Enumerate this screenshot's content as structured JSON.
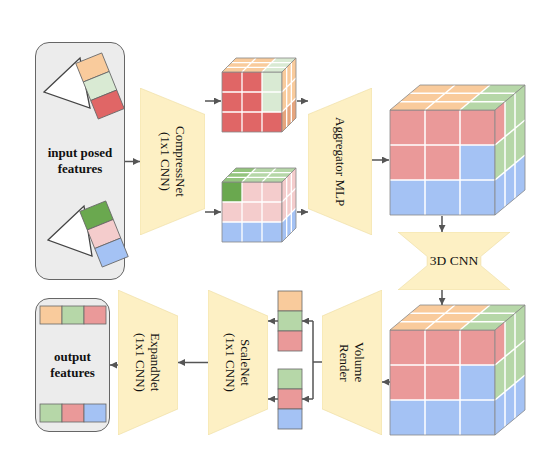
{
  "diagram": {
    "nodes": [
      {
        "text": [
          "input posed features"
        ]
      },
      {
        "text": [
          "CompressNet",
          "(1x1 CNN)"
        ]
      },
      {
        "text": [
          "Aggregator MLP"
        ]
      },
      {
        "text": [
          "3D CNN"
        ]
      },
      {
        "text": [
          "Volume Render"
        ]
      },
      {
        "text": [
          "ScaleNet",
          "(1x1 CNN)"
        ]
      },
      {
        "text": [
          "ExpandNet",
          "(1x1 CNN)"
        ]
      },
      {
        "text": [
          "output features"
        ]
      }
    ],
    "edges": [
      {
        "from": 0,
        "to": 1,
        "arrow": "to"
      },
      {
        "from": 5,
        "to": 6,
        "arrow": "to"
      },
      {
        "from": 6,
        "to": 7,
        "arrow": "to"
      }
    ]
  }
}
